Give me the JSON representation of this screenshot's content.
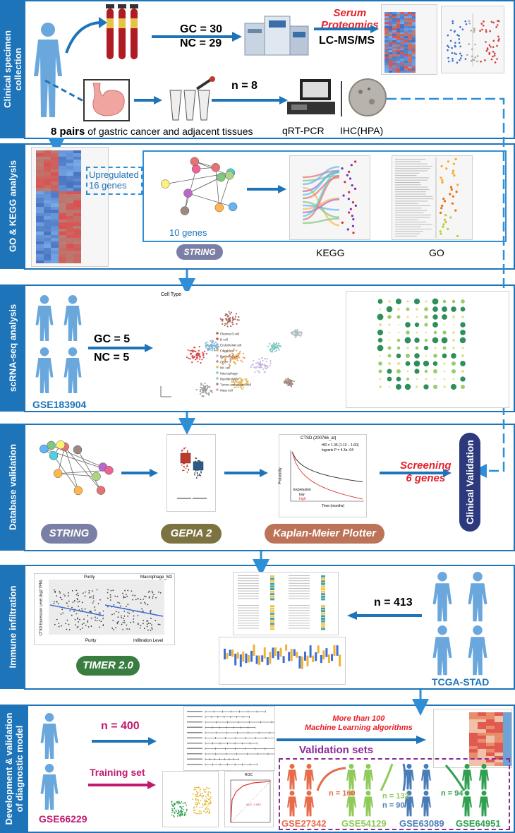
{
  "sections": [
    {
      "label": "Clinical specimen\ncollection"
    },
    {
      "label": "GO & KEGG analysis"
    },
    {
      "label": "scRNA-seq analysis"
    },
    {
      "label": "Database validation"
    },
    {
      "label": "Immune infiltration"
    },
    {
      "label": "Development & validation\nof diagnostic model"
    }
  ],
  "s1": {
    "gc_count": "GC = 30",
    "nc_count": "NC = 29",
    "serum_proteomics": "Serum\nProteomics",
    "lcms": "LC-MS/MS",
    "n8": "n = 8",
    "pairs_bold": "8 pairs",
    "pairs_rest": " of gastric cancer and adjacent tissues",
    "qrtpcr": "qRT-PCR",
    "ihc": "IHC(HPA)"
  },
  "s2": {
    "upregulated": "Upregulated\n16 genes",
    "ten_genes": "10 genes",
    "string": "STRING",
    "kegg": "KEGG",
    "go": "GO"
  },
  "s3": {
    "gc": "GC = 5",
    "nc": "NC = 5",
    "dataset": "GSE183904",
    "cell_type_title": "Cell Type",
    "cell_labels": [
      "Plasma B cell",
      "B cell",
      "Endothelial cell",
      "Fibroblast",
      "Epithelial cell",
      "CD8+ T",
      "NK cell",
      "Macrophage",
      "Myofibroblast",
      "Tumor-associated cell",
      "Mast cell"
    ]
  },
  "s4": {
    "string": "STRING",
    "gepia": "GEPIA 2",
    "kmplotter": "Kaplan-Meier Plotter",
    "screening": "Screening\n6 genes",
    "clinical_validation": "Clinical Validation",
    "km_title": "CTSD (200766_at)",
    "km_hr": "HR = 1.35 (1.13 − 1.60)",
    "km_logrank": "logrank P = 4.3e−04",
    "km_xlabel": "Time (months)",
    "km_ylabel": "Probability",
    "km_legend_title": "Expression",
    "km_legend": [
      "low",
      "high"
    ]
  },
  "s5": {
    "timer": "TIMER 2.0",
    "n413": "n = 413",
    "tcga": "TCGA-STAD",
    "facet1": "Purity",
    "facet2": "Macrophage_M2",
    "xlabel1": "Purity",
    "xlabel2": "Infiltration Level",
    "ylabel": "CTSD Expression Level (log2 TPM)"
  },
  "s6": {
    "dataset": "GSE66229",
    "n400": "n = 400",
    "training": "Training set",
    "ml_title": "More than 100\nMachine Learning algorithms",
    "validation": "Validation sets",
    "n160": "n = 160",
    "n132": "n = 132",
    "n90": "n = 90",
    "n94": "n = 94",
    "gse_a": "GSE27342",
    "gse_b": "GSE54129",
    "gse_c": "GSE63089",
    "gse_d": "GSE64951",
    "roc_title": "ROC",
    "roc_auc": "AUC: 0.883"
  },
  "colors": {
    "panel_blue": "#1d74b9",
    "red": "#e8202a",
    "string_pill": "#7a7fa6",
    "gepia_pill": "#7d7340",
    "km_pill": "#bd7358",
    "timer_pill": "#3a7d41",
    "tcga_blue": "#1d74b9",
    "clinical_pill": "#2c3a7d",
    "magenta": "#c01a6e",
    "purple": "#8a2a9a",
    "gse_a": "#e86b4a",
    "gse_b": "#8fca5a",
    "gse_c": "#4a7db8",
    "gse_d": "#2fa04f"
  }
}
